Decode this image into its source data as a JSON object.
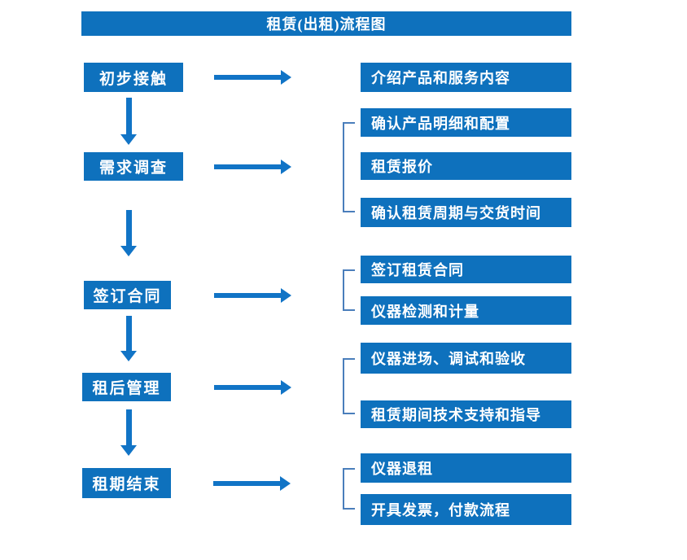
{
  "title": "租赁(出租)流程图",
  "colors": {
    "box_blue": "#0e71bd",
    "arrow_blue": "#1174c6",
    "bracket_blue": "#4a7ebb",
    "text_white": "#ffffff"
  },
  "flow": {
    "stages": [
      {
        "label": "初步接触"
      },
      {
        "label": "需求调查"
      },
      {
        "label": "签订合同"
      },
      {
        "label": "租后管理"
      },
      {
        "label": "租期结束"
      }
    ],
    "details": [
      {
        "label": "介绍产品和服务内容"
      },
      {
        "label": "确认产品明细和配置"
      },
      {
        "label": "租赁报价"
      },
      {
        "label": "确认租赁周期与交货时间"
      },
      {
        "label": "签订租赁合同"
      },
      {
        "label": "仪器检测和计量"
      },
      {
        "label": "仪器进场、调试和验收"
      },
      {
        "label": "租赁期间技术支持和指导"
      },
      {
        "label": "仪器退租"
      },
      {
        "label": "开具发票，付款流程"
      }
    ],
    "connections": [
      {
        "stage": "初步接触",
        "details": [
          "介绍产品和服务内容"
        ]
      },
      {
        "stage": "需求调查",
        "details": [
          "确认产品明细和配置",
          "租赁报价",
          "确认租赁周期与交货时间"
        ]
      },
      {
        "stage": "签订合同",
        "details": [
          "签订租赁合同",
          "仪器检测和计量"
        ]
      },
      {
        "stage": "租后管理",
        "details": [
          "仪器进场、调试和验收",
          "租赁期间技术支持和指导"
        ]
      },
      {
        "stage": "租期结束",
        "details": [
          "仪器退租",
          "开具发票，付款流程"
        ]
      }
    ]
  }
}
